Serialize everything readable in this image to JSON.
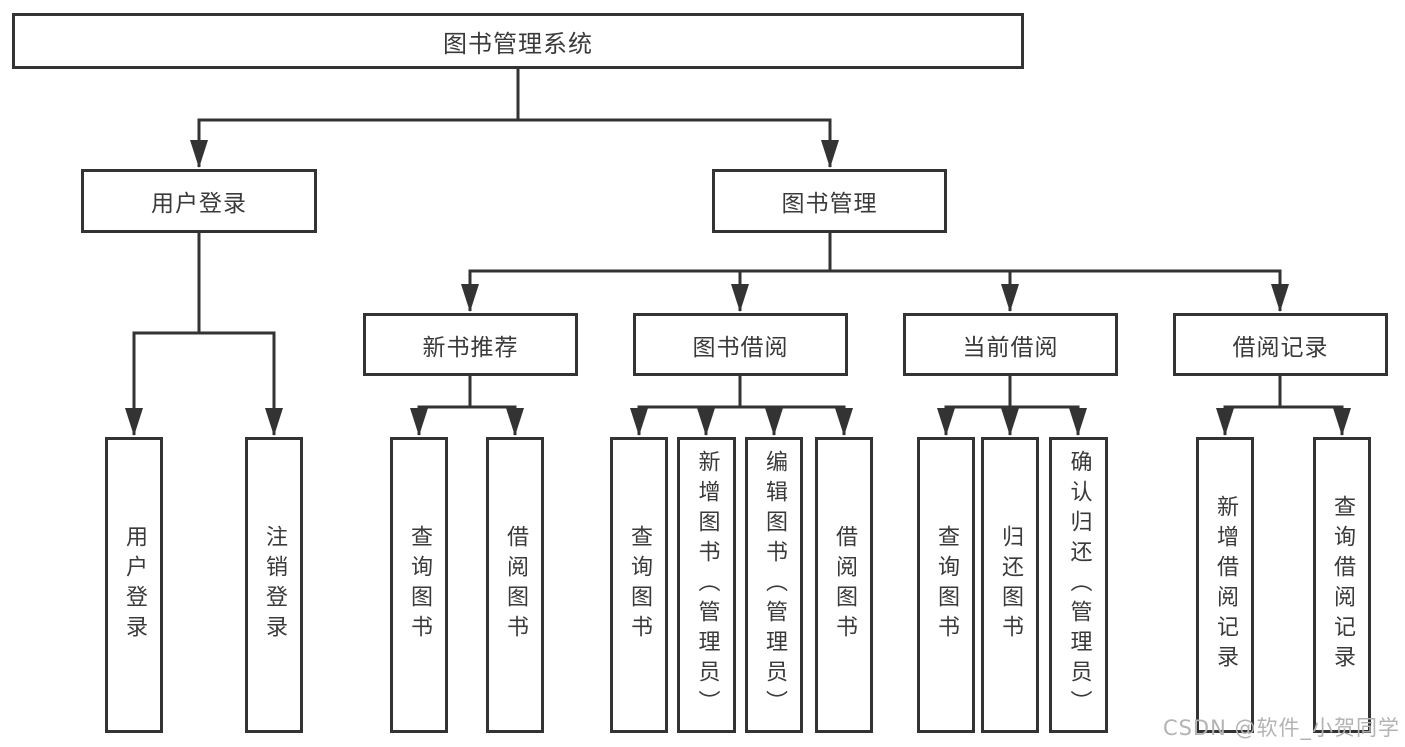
{
  "tree": {
    "label": "图书管理系统",
    "children": [
      {
        "label": "用户登录",
        "children": [
          {
            "label": "用户登录"
          },
          {
            "label": "注销登录"
          }
        ]
      },
      {
        "label": "图书管理",
        "children": [
          {
            "label": "新书推荐",
            "children": [
              {
                "label": "查询图书"
              },
              {
                "label": "借阅图书"
              }
            ]
          },
          {
            "label": "图书借阅",
            "children": [
              {
                "label": "查询图书"
              },
              {
                "label": "新增图书（管理员）"
              },
              {
                "label": "编辑图书（管理员）"
              },
              {
                "label": "借阅图书"
              }
            ]
          },
          {
            "label": "当前借阅",
            "children": [
              {
                "label": "查询图书"
              },
              {
                "label": "归还图书"
              },
              {
                "label": "确认归还（管理员）"
              }
            ]
          },
          {
            "label": "借阅记录",
            "children": [
              {
                "label": "新增借阅记录"
              },
              {
                "label": "查询借阅记录"
              }
            ]
          }
        ]
      }
    ]
  },
  "watermark": "CSDN @软件_小贺同学",
  "colors": {
    "line": "#333333",
    "text": "#3a3a3a",
    "watermark": "#b3b3b3"
  }
}
